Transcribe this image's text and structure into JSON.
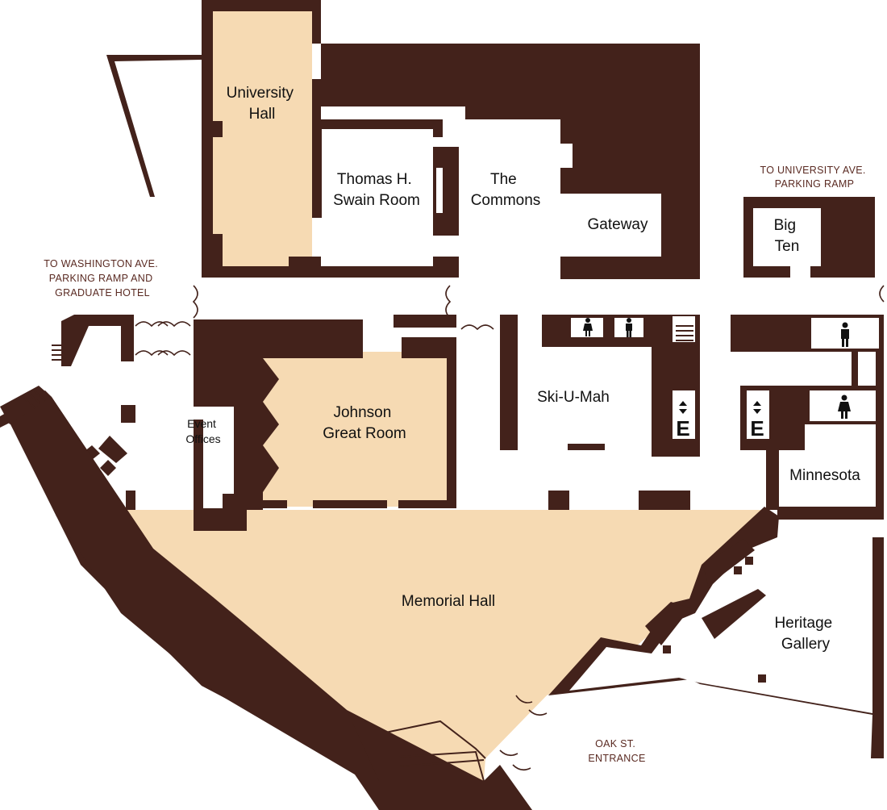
{
  "map": {
    "rooms": {
      "university_hall": [
        "University",
        "Hall"
      ],
      "swain_room": [
        "Thomas H.",
        "Swain Room"
      ],
      "commons": [
        "The",
        "Commons"
      ],
      "gateway": "Gateway",
      "big_ten": [
        "Big",
        "Ten"
      ],
      "event_offices": [
        "Event",
        "Offices"
      ],
      "johnson": [
        "Johnson",
        "Great Room"
      ],
      "ski_u_mah": "Ski-U-Mah",
      "minnesota": "Minnesota",
      "memorial_hall": "Memorial Hall",
      "heritage": [
        "Heritage",
        "Gallery"
      ]
    },
    "directions": {
      "university_ave": [
        "TO UNIVERSITY AVE.",
        "PARKING RAMP"
      ],
      "washington_ave": [
        "TO WASHINGTON AVE.",
        "PARKING RAMP AND",
        "GRADUATE HOTEL"
      ],
      "oak_st": [
        "OAK ST.",
        "ENTRANCE"
      ]
    },
    "elevator_label": "E",
    "icons": [
      "womens-restroom-icon",
      "mens-restroom-icon",
      "elevator-icon",
      "stairs-icon"
    ],
    "colors": {
      "wall": "#43221b",
      "highlight": "#f6dab3",
      "direction_text": "#5a2a22"
    }
  }
}
